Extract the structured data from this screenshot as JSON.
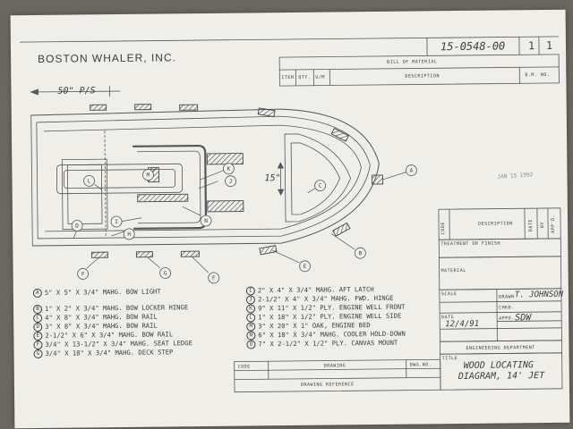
{
  "header": {
    "company": "BOSTON WHALER, INC.",
    "drawing_number": "15-0548-00",
    "sheet": "1",
    "sheet_of": "1"
  },
  "bill_of_material": {
    "title": "BILL OF MATERIAL",
    "columns": [
      "ITEM",
      "QTY.",
      "U/M",
      "DESCRIPTION",
      "B.M. NO."
    ]
  },
  "drawing": {
    "dimension_50": "50\" P/S",
    "dimension_15": "15\"",
    "stamp": "JAN 15 1992",
    "callouts": [
      "A",
      "B",
      "C",
      "D",
      "E",
      "F",
      "G",
      "H",
      "I",
      "J",
      "K",
      "L",
      "M",
      "N"
    ]
  },
  "legend_left": [
    {
      "key": "A",
      "text": "5\" X 5\" X 3/4\" MAHG. BOW LIGHT"
    },
    {
      "key": "B",
      "text": "1\" X 2\" X 3/4\" MAHG. BOW LOCKER HINGE"
    },
    {
      "key": "C",
      "text": "4\" X 8\" X 3/4\" MAHG. BOW RAIL"
    },
    {
      "key": "D",
      "text": "3\" X 8\" X 3/4\" MAHG. BOW RAIL"
    },
    {
      "key": "E",
      "text": "2-1/2\" X 6\" X 3/4\" MAHG. BOW RAIL"
    },
    {
      "key": "F",
      "text": "3/4\" X 13-1/2\" X 3/4\" MAHG. SEAT LEDGE"
    },
    {
      "key": "G",
      "text": "3/4\" X 18\" X 3/4\" MAHG. DECK STEP"
    }
  ],
  "legend_right": [
    {
      "key": "I",
      "text": "2\" X 4\" X 3/4\" MAHG. AFT LATCH"
    },
    {
      "key": "J",
      "text": "2-1/2\" X 4\" X 3/4\" MAHG. FWD. HINGE"
    },
    {
      "key": "K",
      "text": "9\" X 11\" X 1/2\" PLY. ENGINE WELL FRONT"
    },
    {
      "key": "L",
      "text": "1\" X 18\" X 1/2\" PLY. ENGINE WELL SIDE"
    },
    {
      "key": "M",
      "text": "3\" X 20\" X 1\" OAK, ENGINE BED"
    },
    {
      "key": "N",
      "text": "6\" X 18\" X 3/4\" MAHG. COOLER HOLD-DOWN"
    },
    {
      "key": "O",
      "text": "7\" X 2-1/2\" X 1/2\" PLY. CANVAS MOUNT"
    }
  ],
  "revision_block": {
    "code_label": "CODE",
    "description_label": "DESCRIPTION",
    "date_label": "DATE",
    "by_label": "BY",
    "appd_label": "APP'D."
  },
  "title_block": {
    "treatment_label": "TREATMENT OR FINISH",
    "material_label": "MATERIAL",
    "scale_label": "SCALE",
    "drawn_label": "DRAWN",
    "drawn_value": "T. JOHNSON",
    "chkd_label": "CHKD.",
    "date_label": "DATE",
    "date_value": "12/4/91",
    "appd_label": "APPD.",
    "appd_value": "SDW",
    "department": "ENGINEERING DEPARTMENT",
    "title_label": "TITLE",
    "title_line1": "WOOD LOCATING",
    "title_line2": "DIAGRAM, 14' JET"
  },
  "drawing_reference": {
    "code_label": "CODE",
    "drawing_label": "DRAWING",
    "dwg_no_label": "DWG.NO.",
    "caption": "DRAWING REFERENCE"
  }
}
